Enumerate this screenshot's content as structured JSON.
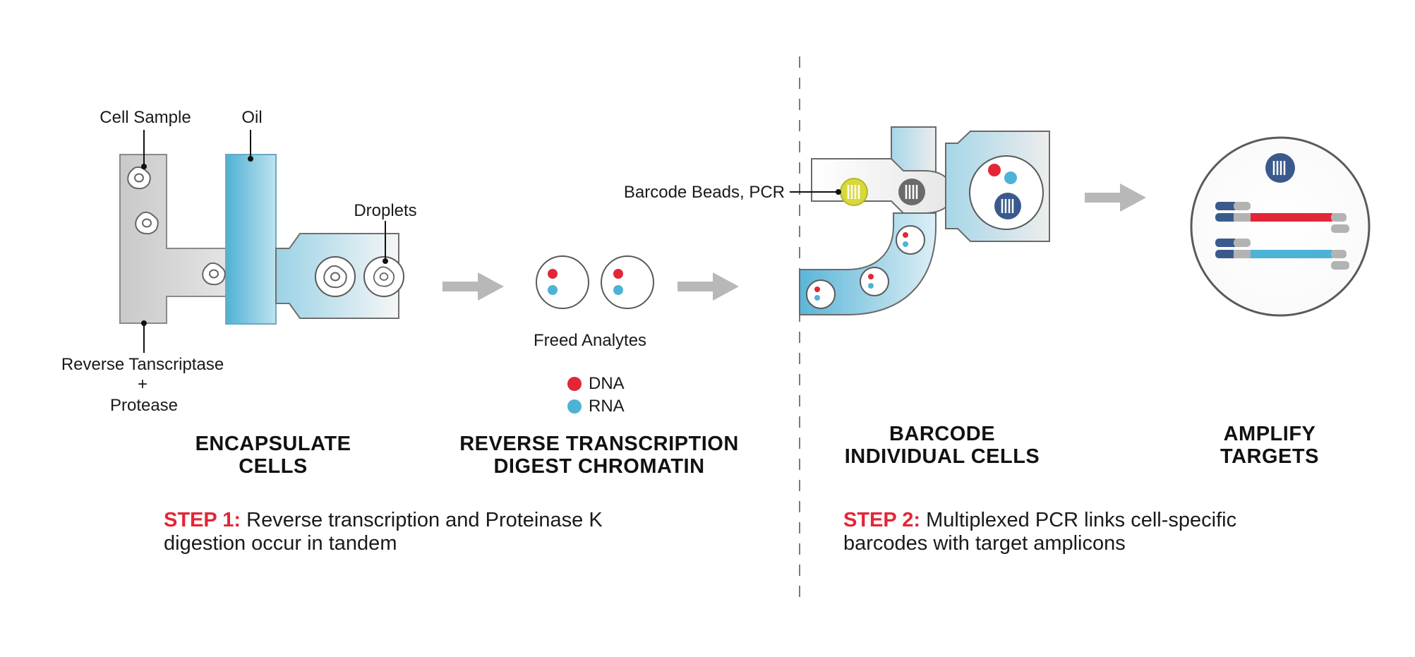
{
  "colors": {
    "accent_red": "#e32636",
    "accent_blue": "#4db3d6",
    "channel_gray": "#cfcfcf",
    "arrow_gray": "#b8b8b8",
    "bead_yellow": "#d7d83c",
    "bead_navy": "#3a5a8c",
    "bead_gray": "#6b6b6b"
  },
  "labels": {
    "cell_sample": "Cell Sample",
    "oil": "Oil",
    "droplets": "Droplets",
    "reagents_line1": "Reverse Tanscriptase",
    "reagents_line2": "+",
    "reagents_line3": "Protease",
    "freed_analytes": "Freed Analytes",
    "barcode_beads": "Barcode Beads, PCR"
  },
  "legend": [
    {
      "label": "DNA",
      "color": "#e32636"
    },
    {
      "label": "RNA",
      "color": "#4db3d6"
    }
  ],
  "headings": {
    "encapsulate": [
      "ENCAPSULATE",
      "CELLS"
    ],
    "reverse": [
      "REVERSE TRANSCRIPTION",
      "DIGEST CHROMATIN"
    ],
    "barcode": [
      "BARCODE",
      "INDIVIDUAL CELLS"
    ],
    "amplify": [
      "AMPLIFY",
      "TARGETS"
    ]
  },
  "steps": {
    "step1": {
      "prefix": "STEP 1:",
      "text": " Reverse transcription and Proteinase K",
      "line2": "digestion occur in tandem"
    },
    "step2": {
      "prefix": "STEP 2:",
      "text": " Multiplexed PCR links cell-specific",
      "line2": "barcodes with target amplicons"
    }
  }
}
